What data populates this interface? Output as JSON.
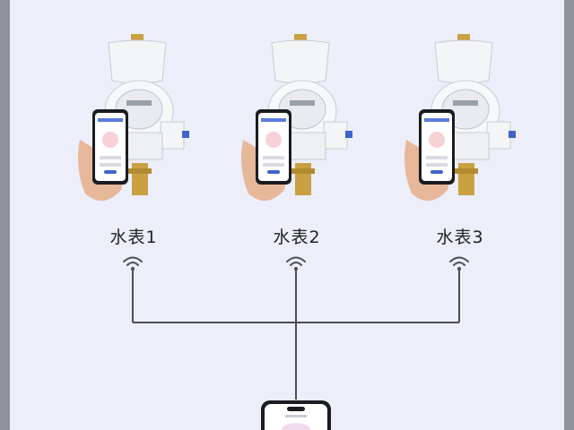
{
  "meters": [
    {
      "label": "水表1"
    },
    {
      "label": "水表2"
    },
    {
      "label": "水表3"
    }
  ],
  "colors": {
    "background": "#eceef9",
    "frame": "#8f949b",
    "line": "#4a4d57",
    "brass": "#c9a042",
    "meter_body": "#f4f5f7",
    "valve": "#3f63c9"
  },
  "icons": [
    "water-meter-icon",
    "smartphone-icon",
    "hand-icon",
    "wifi-icon"
  ]
}
